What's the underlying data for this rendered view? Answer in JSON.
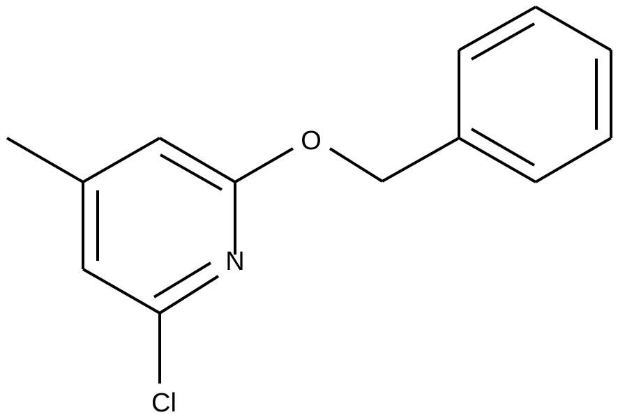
{
  "molecule": {
    "atoms": {
      "nitrogen": "N",
      "oxygen": "O",
      "chlorine": "Cl"
    },
    "colors": {
      "bond": "#000000",
      "label": "#000000",
      "background": "#ffffff"
    }
  }
}
